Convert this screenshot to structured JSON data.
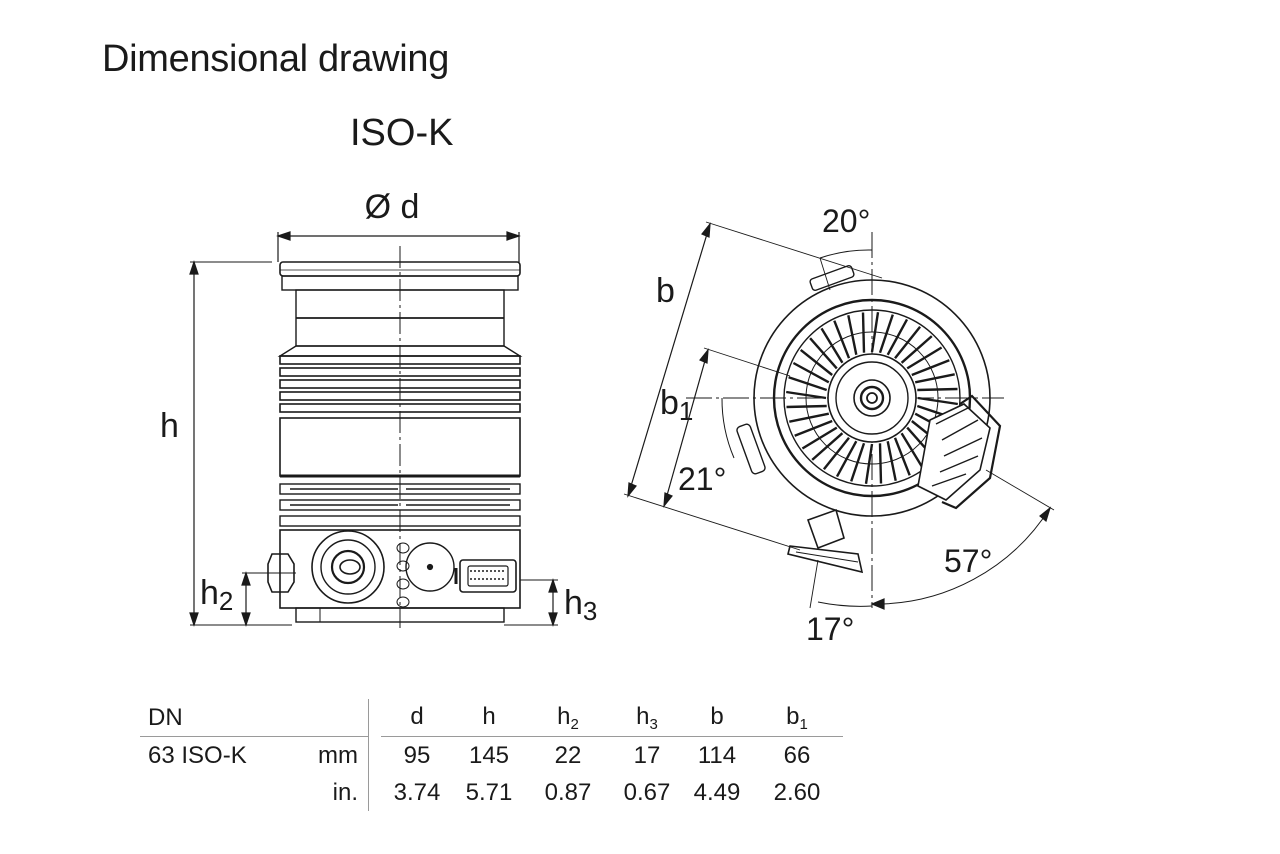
{
  "title": "Dimensional drawing",
  "subtitle": "ISO-K",
  "side_view": {
    "diameter_label": "Ø d",
    "height_label": "h",
    "h2_label": "h",
    "h2_sub": "2",
    "h3_label": "h",
    "h3_sub": "3"
  },
  "top_view": {
    "b_label": "b",
    "b1_label": "b",
    "b1_sub": "1",
    "angle_20": "20°",
    "angle_21": "21°",
    "angle_57": "57°",
    "angle_17": "17°"
  },
  "table": {
    "header": {
      "dn": "DN",
      "cols": [
        {
          "main": "d",
          "sub": ""
        },
        {
          "main": "h",
          "sub": ""
        },
        {
          "main": "h",
          "sub": "2"
        },
        {
          "main": "h",
          "sub": "3"
        },
        {
          "main": "b",
          "sub": ""
        },
        {
          "main": "b",
          "sub": "1"
        }
      ]
    },
    "rows": [
      {
        "label": "63 ISO-K",
        "unit": "mm",
        "values": [
          "95",
          "145",
          "22",
          "17",
          "114",
          "66"
        ]
      },
      {
        "label": "",
        "unit": "in.",
        "values": [
          "3.74",
          "5.71",
          "0.87",
          "0.67",
          "4.49",
          "2.60"
        ]
      }
    ]
  }
}
